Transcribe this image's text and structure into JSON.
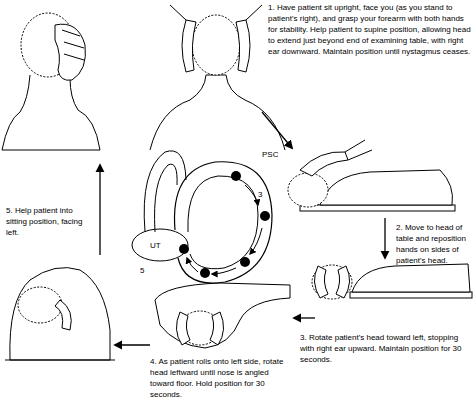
{
  "diagram": {
    "labels": [
      "1. Have patient sit upright, face you (as you stand to patient's right), and grasp your forearm with both hands for stability. Help patient to supine position, allowing head to extend just beyond end of examining table, with right ear downward. Maintain position until nystagmus ceases.",
      "2. Move to head of table and reposition hands on sides of patient's head.",
      "3. Rotate patient's head toward left, stopping with right ear upward. Maintain position for 30 seconds.",
      "4. As patient rolls onto left side, rotate head leftward until nose is angled toward floor. Hold position for 30 seconds.",
      "5. Help patient into sitting position, facing left.",
      "PSC",
      "3",
      "UT",
      "5"
    ]
  }
}
